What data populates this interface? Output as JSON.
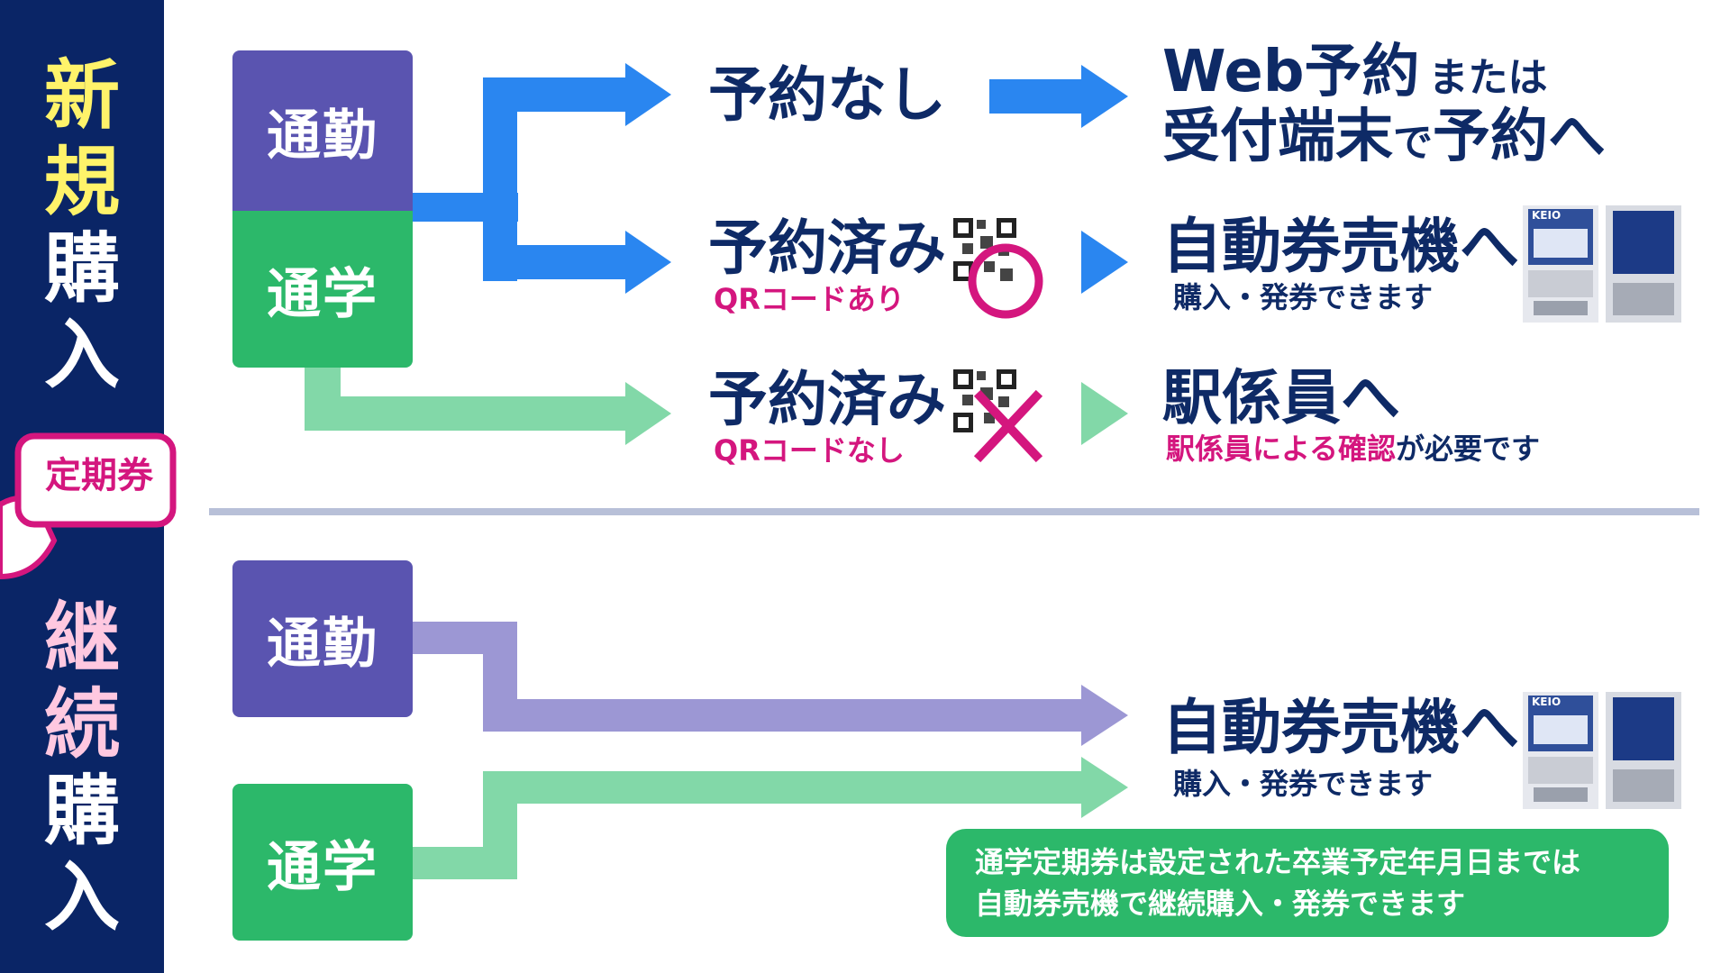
{
  "sidebar": {
    "new_purchase_chars": [
      "新",
      "規",
      "購",
      "入"
    ],
    "continue_purchase_chars": [
      "継",
      "続",
      "購",
      "入"
    ],
    "pass_badge": "定期券"
  },
  "new_section": {
    "commute_label": "通勤",
    "school_label": "通学",
    "row1": {
      "status": "予約なし",
      "result_big_1": "Web予約",
      "result_small_1": "または",
      "result_big_2": "受付端末",
      "result_small_2": "で",
      "result_big_3": "予約へ"
    },
    "row2": {
      "status": "予約済み",
      "sub": "QRコードあり",
      "result": "自動券売機へ",
      "result_sub": "購入・発券できます"
    },
    "row3": {
      "status": "予約済み",
      "sub": "QRコードなし",
      "result": "駅係員へ",
      "result_sub_highlight": "駅係員による確認",
      "result_sub_rest": "が必要です"
    }
  },
  "continue_section": {
    "commute_label": "通勤",
    "school_label": "通学",
    "result": "自動券売機へ",
    "result_sub": "購入・発券できます",
    "note_line1": "通学定期券は設定された卒業予定年月日までは",
    "note_line2": "自動券売機で継続購入・発券できます"
  },
  "machine_brand": "KEIO",
  "colors": {
    "navy": "#0a2566",
    "commute_purple": "#5a54b0",
    "school_green": "#2cb86a",
    "arrow_blue": "#2a86f0",
    "arrow_light_green": "#82d8a8",
    "arrow_lavender": "#9c97d4",
    "magenta": "#d4167e",
    "sidebar_yellow": "#fff36a",
    "sidebar_pink": "#ffc8e0",
    "divider": "#b8c0d8"
  }
}
